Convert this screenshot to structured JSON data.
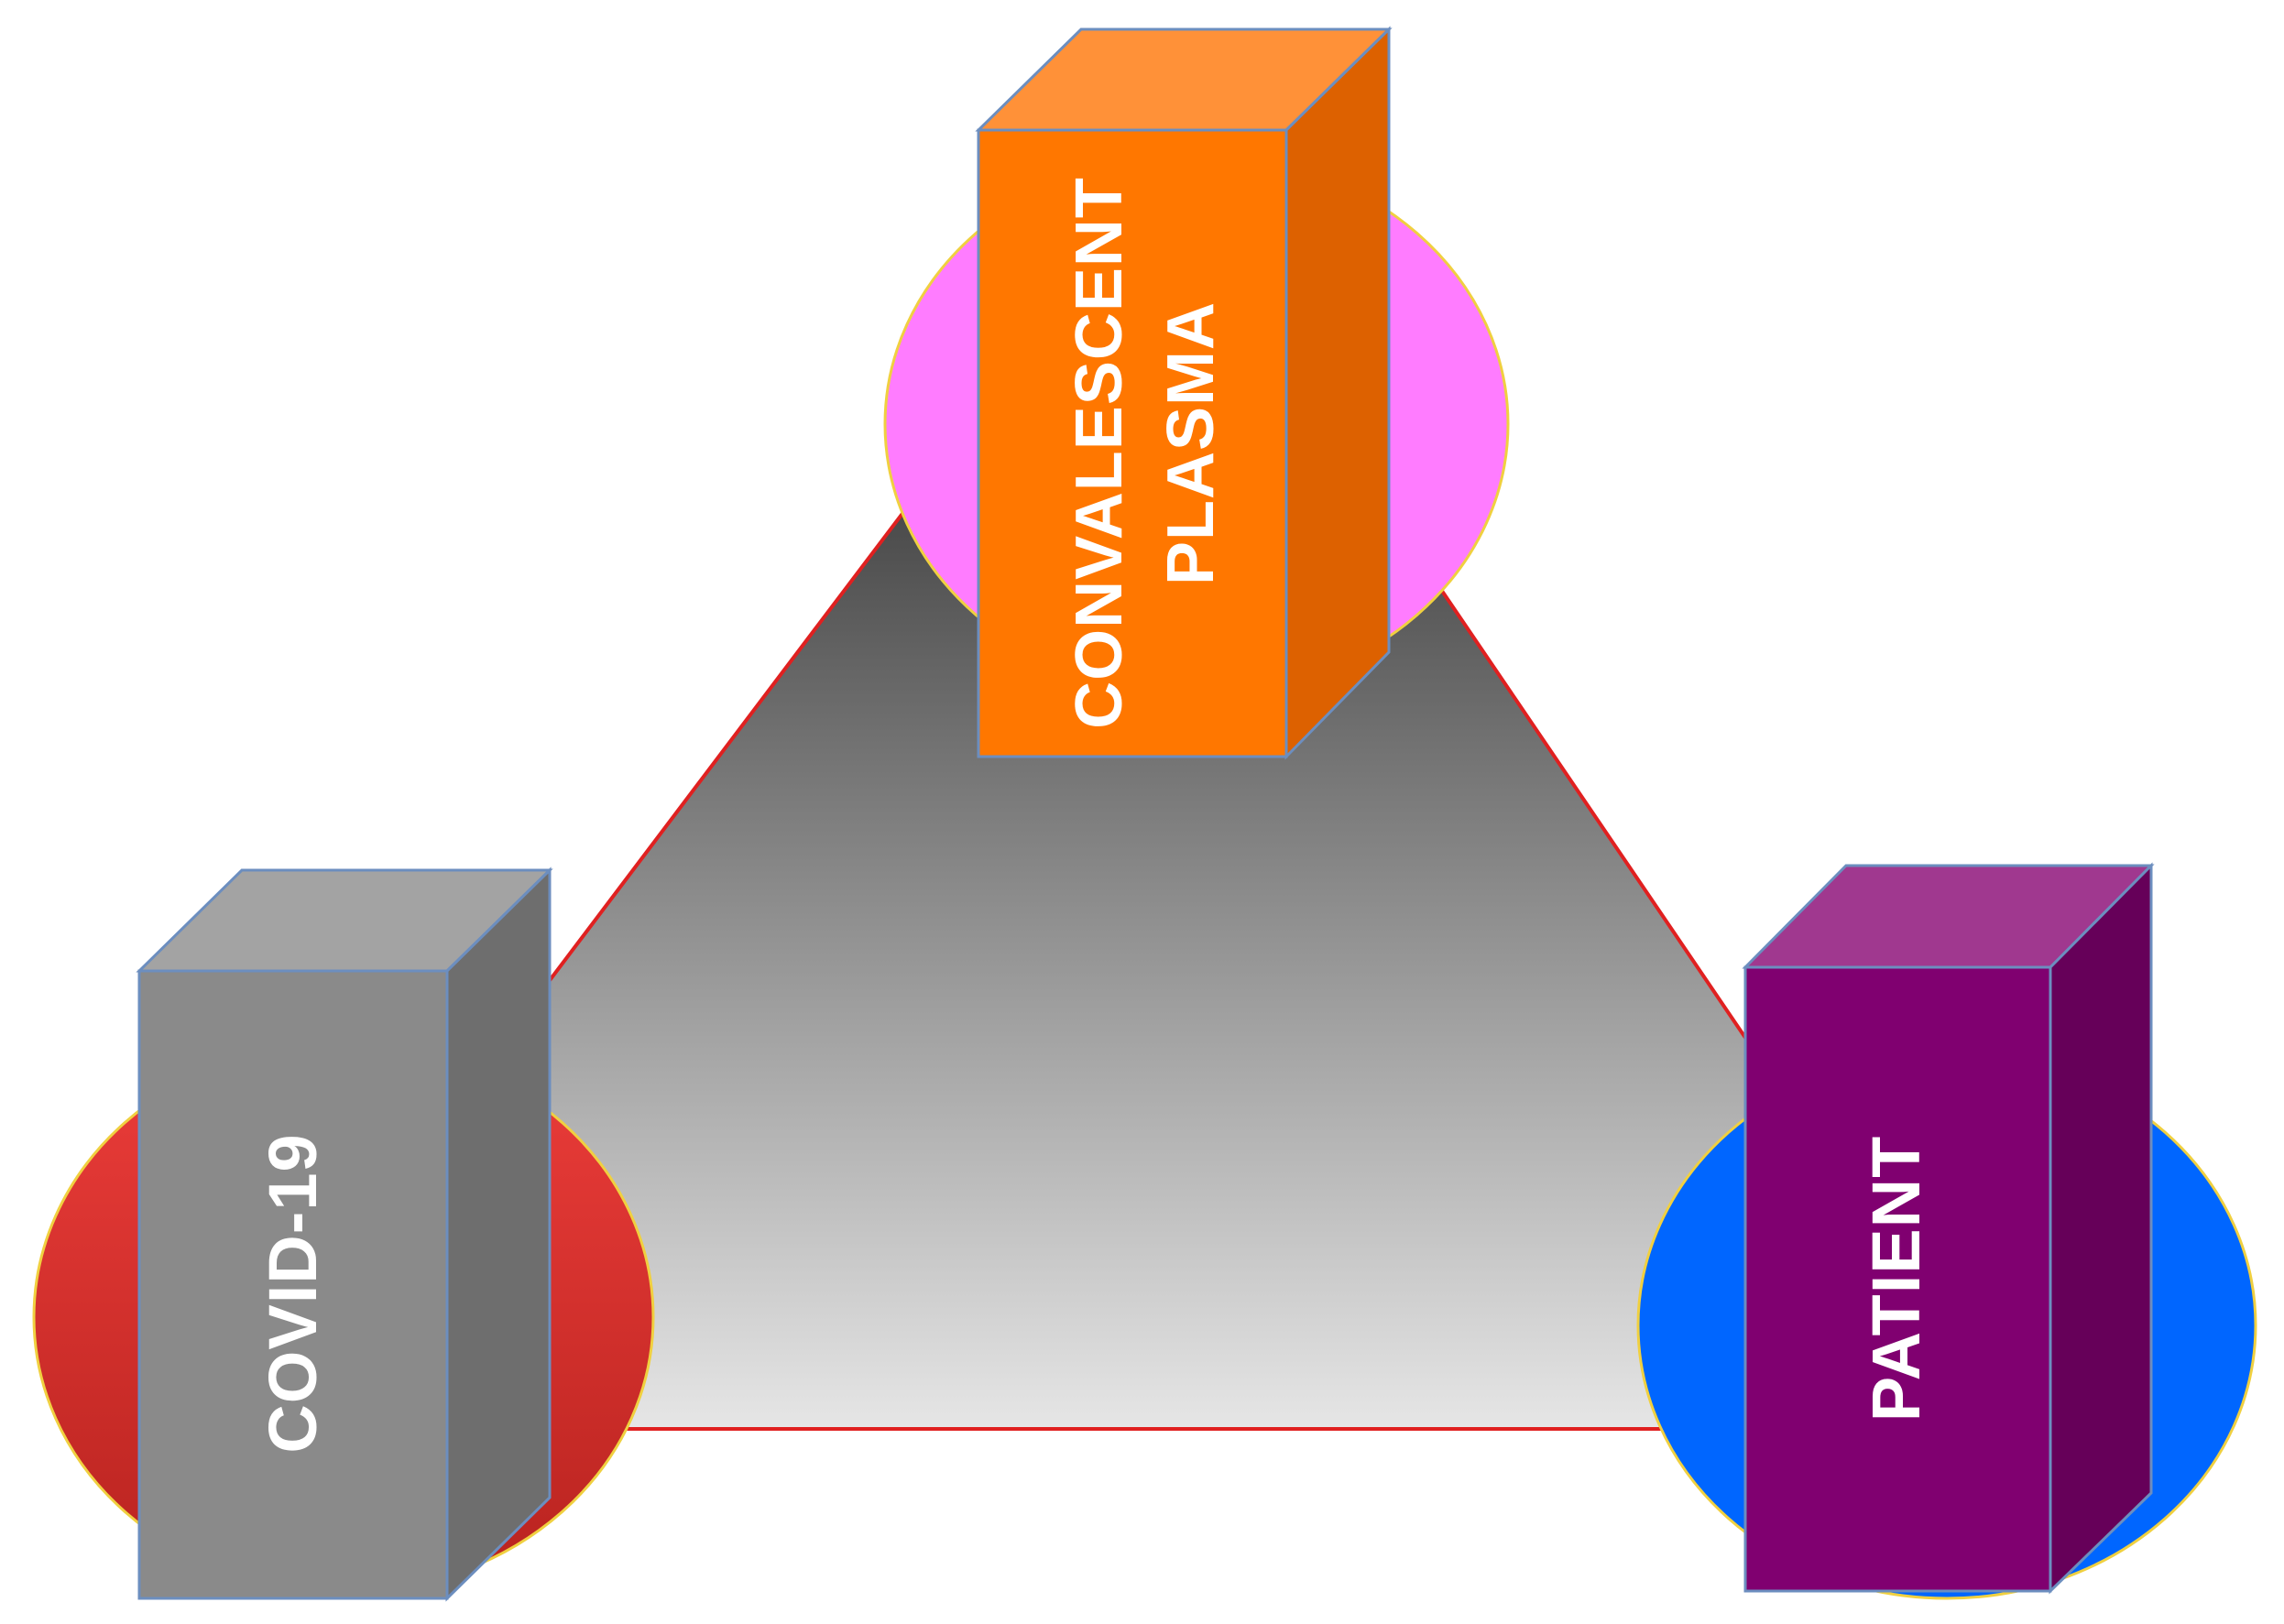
{
  "nodes": {
    "top": {
      "lines": [
        "CONVALESCENT",
        "PLASMA"
      ],
      "box_color": "#FF7700",
      "box_top_color": "#FF9138",
      "box_side_color": "#DD6100",
      "ellipse_color": "#FF7CFF"
    },
    "left": {
      "lines": [
        "COVID-19"
      ],
      "box_color": "#8A8A8A",
      "box_top_color": "#A3A3A3",
      "box_side_color": "#6E6E6E",
      "ellipse_color": "#D63431"
    },
    "right": {
      "lines": [
        "PATIENT"
      ],
      "box_color": "#800070",
      "box_top_color": "#A0388F",
      "box_side_color": "#660059",
      "ellipse_color": "#0066FF"
    }
  },
  "triangle": {
    "gradient_top": "#111111",
    "gradient_bottom": "#E6E6E6",
    "edge_color": "#E02020"
  }
}
